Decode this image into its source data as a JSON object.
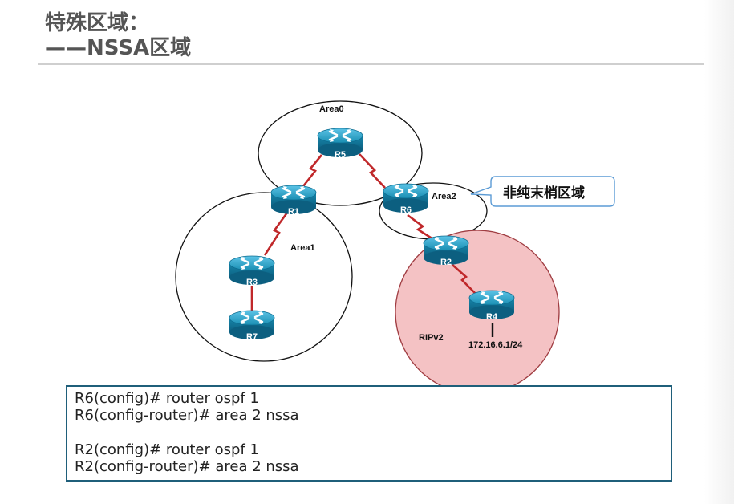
{
  "title": {
    "line1": "特殊区域：",
    "line2": "——NSSA区域"
  },
  "diagram": {
    "areas": {
      "area0": "Area0",
      "area1": "Area1",
      "area2": "Area2",
      "rip": "RIPv2"
    },
    "routers": {
      "r1": "R1",
      "r2": "R2",
      "r3": "R3",
      "r4": "R4",
      "r5": "R5",
      "r6": "R6",
      "r7": "R7"
    },
    "callout": "非纯末梢区域",
    "network": "172.16.6.1/24"
  },
  "config": {
    "lines": [
      "R6(config)# router ospf 1",
      "R6(config-router)# area 2 nssa",
      "R2(config)# router ospf 1",
      "R2(config-router)# area 2 nssa"
    ]
  },
  "colors": {
    "serial_link": "#c0282a",
    "router_body": "#1a8fb3",
    "rip_fill": "#f4c2c4",
    "rip_border": "#a03d42",
    "code_border": "#1f5f7a",
    "callout_border": "#5b9bd5"
  }
}
